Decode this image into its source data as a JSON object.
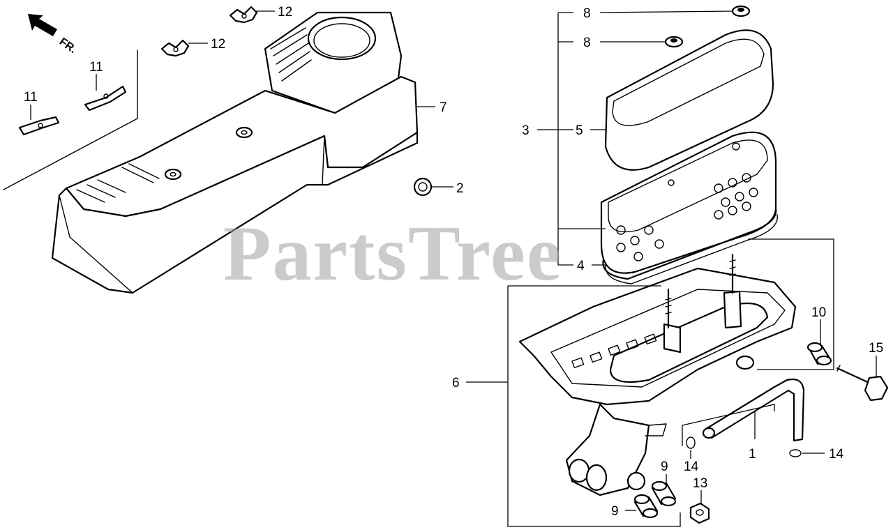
{
  "watermark": "PartsTree",
  "direction_label": "FR.",
  "callouts": {
    "c1": "1",
    "c2": "2",
    "c3": "3",
    "c4": "4",
    "c5": "5",
    "c6": "6",
    "c7": "7",
    "c8a": "8",
    "c8b": "8",
    "c9a": "9",
    "c9b": "9",
    "c10": "10",
    "c11a": "11",
    "c11b": "11",
    "c12a": "12",
    "c12b": "12",
    "c13": "13",
    "c14a": "14",
    "c14b": "14",
    "c15": "15"
  }
}
